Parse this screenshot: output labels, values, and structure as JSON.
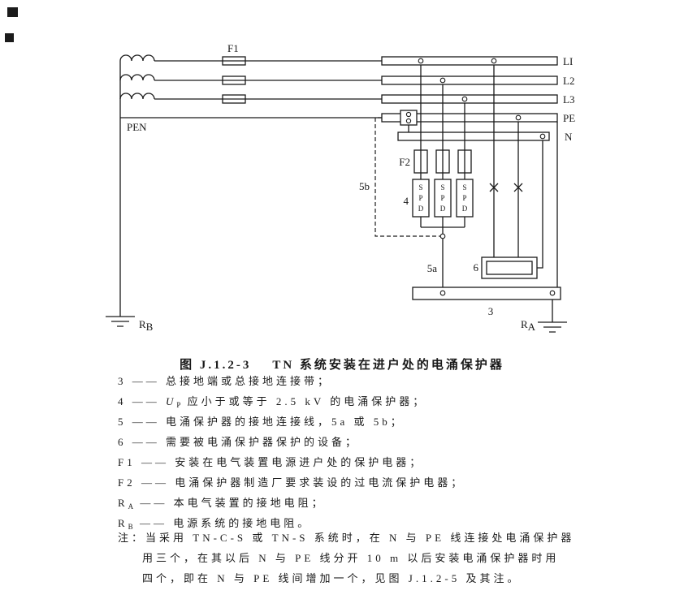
{
  "page": {
    "background": "#ffffff",
    "ink": "#1a1a1a"
  },
  "figure": {
    "number": "图 J.1.2-3",
    "title": "TN 系统安装在进户处的电涌保护器"
  },
  "diagram": {
    "line_labels": {
      "l1": "LI",
      "l2": "L2",
      "l3": "L3",
      "pe": "PE",
      "n": "N",
      "pen": "PEN"
    },
    "component_labels": {
      "f1": "F1",
      "f2": "F2",
      "spd": "4",
      "earthing_bar": "3",
      "conductor_5a": "5a",
      "conductor_5b": "5b",
      "equipment": "6"
    },
    "resistances": {
      "ra_base": "R",
      "ra_sub": "A",
      "rb_base": "R",
      "rb_sub": "B"
    },
    "spd_letters": [
      "S",
      "P",
      "D"
    ]
  },
  "legend": {
    "items": [
      {
        "parts": [
          {
            "t": "3"
          },
          {
            "t": " —— "
          },
          {
            "t": "总接地端或总接地连接带；"
          }
        ]
      },
      {
        "parts": [
          {
            "t": "4"
          },
          {
            "t": " —— "
          },
          {
            "t": "U",
            "s": "i"
          },
          {
            "t": "P",
            "s": "sub"
          },
          {
            "t": " 应小于或等于 2.5 kV 的电涌保护器；"
          }
        ]
      },
      {
        "parts": [
          {
            "t": "5"
          },
          {
            "t": " —— "
          },
          {
            "t": "电涌保护器的接地连接线，5a 或 5b；"
          }
        ]
      },
      {
        "parts": [
          {
            "t": "6"
          },
          {
            "t": " —— "
          },
          {
            "t": "需要被电涌保护器保护的设备；"
          }
        ]
      },
      {
        "parts": [
          {
            "t": "F1"
          },
          {
            "t": " —— "
          },
          {
            "t": "安装在电气装置电源进户处的保护电器；"
          }
        ]
      },
      {
        "parts": [
          {
            "t": "F2"
          },
          {
            "t": " —— "
          },
          {
            "t": "电涌保护器制造厂要求装设的过电流保护电器；"
          }
        ]
      },
      {
        "parts": [
          {
            "t": "R"
          },
          {
            "t": "A",
            "s": "sub"
          },
          {
            "t": " —— "
          },
          {
            "t": "本电气装置的接地电阻；"
          }
        ]
      },
      {
        "parts": [
          {
            "t": "R"
          },
          {
            "t": "B",
            "s": "sub"
          },
          {
            "t": " —— "
          },
          {
            "t": "电源系统的接地电阻。"
          }
        ]
      }
    ]
  },
  "note": {
    "lines": [
      {
        "text": "注：当采用 TN-C-S 或 TN-S 系统时，在 N 与 PE 线连接处电涌保护器",
        "indent": false
      },
      {
        "text": "用三个，在其以后 N 与 PE 线分开 10 m 以后安装电涌保护器时用",
        "indent": true
      },
      {
        "text": "四个，即在 N 与 PE 线间增加一个，见图 J.1.2-5 及其注。",
        "indent": true
      }
    ]
  }
}
